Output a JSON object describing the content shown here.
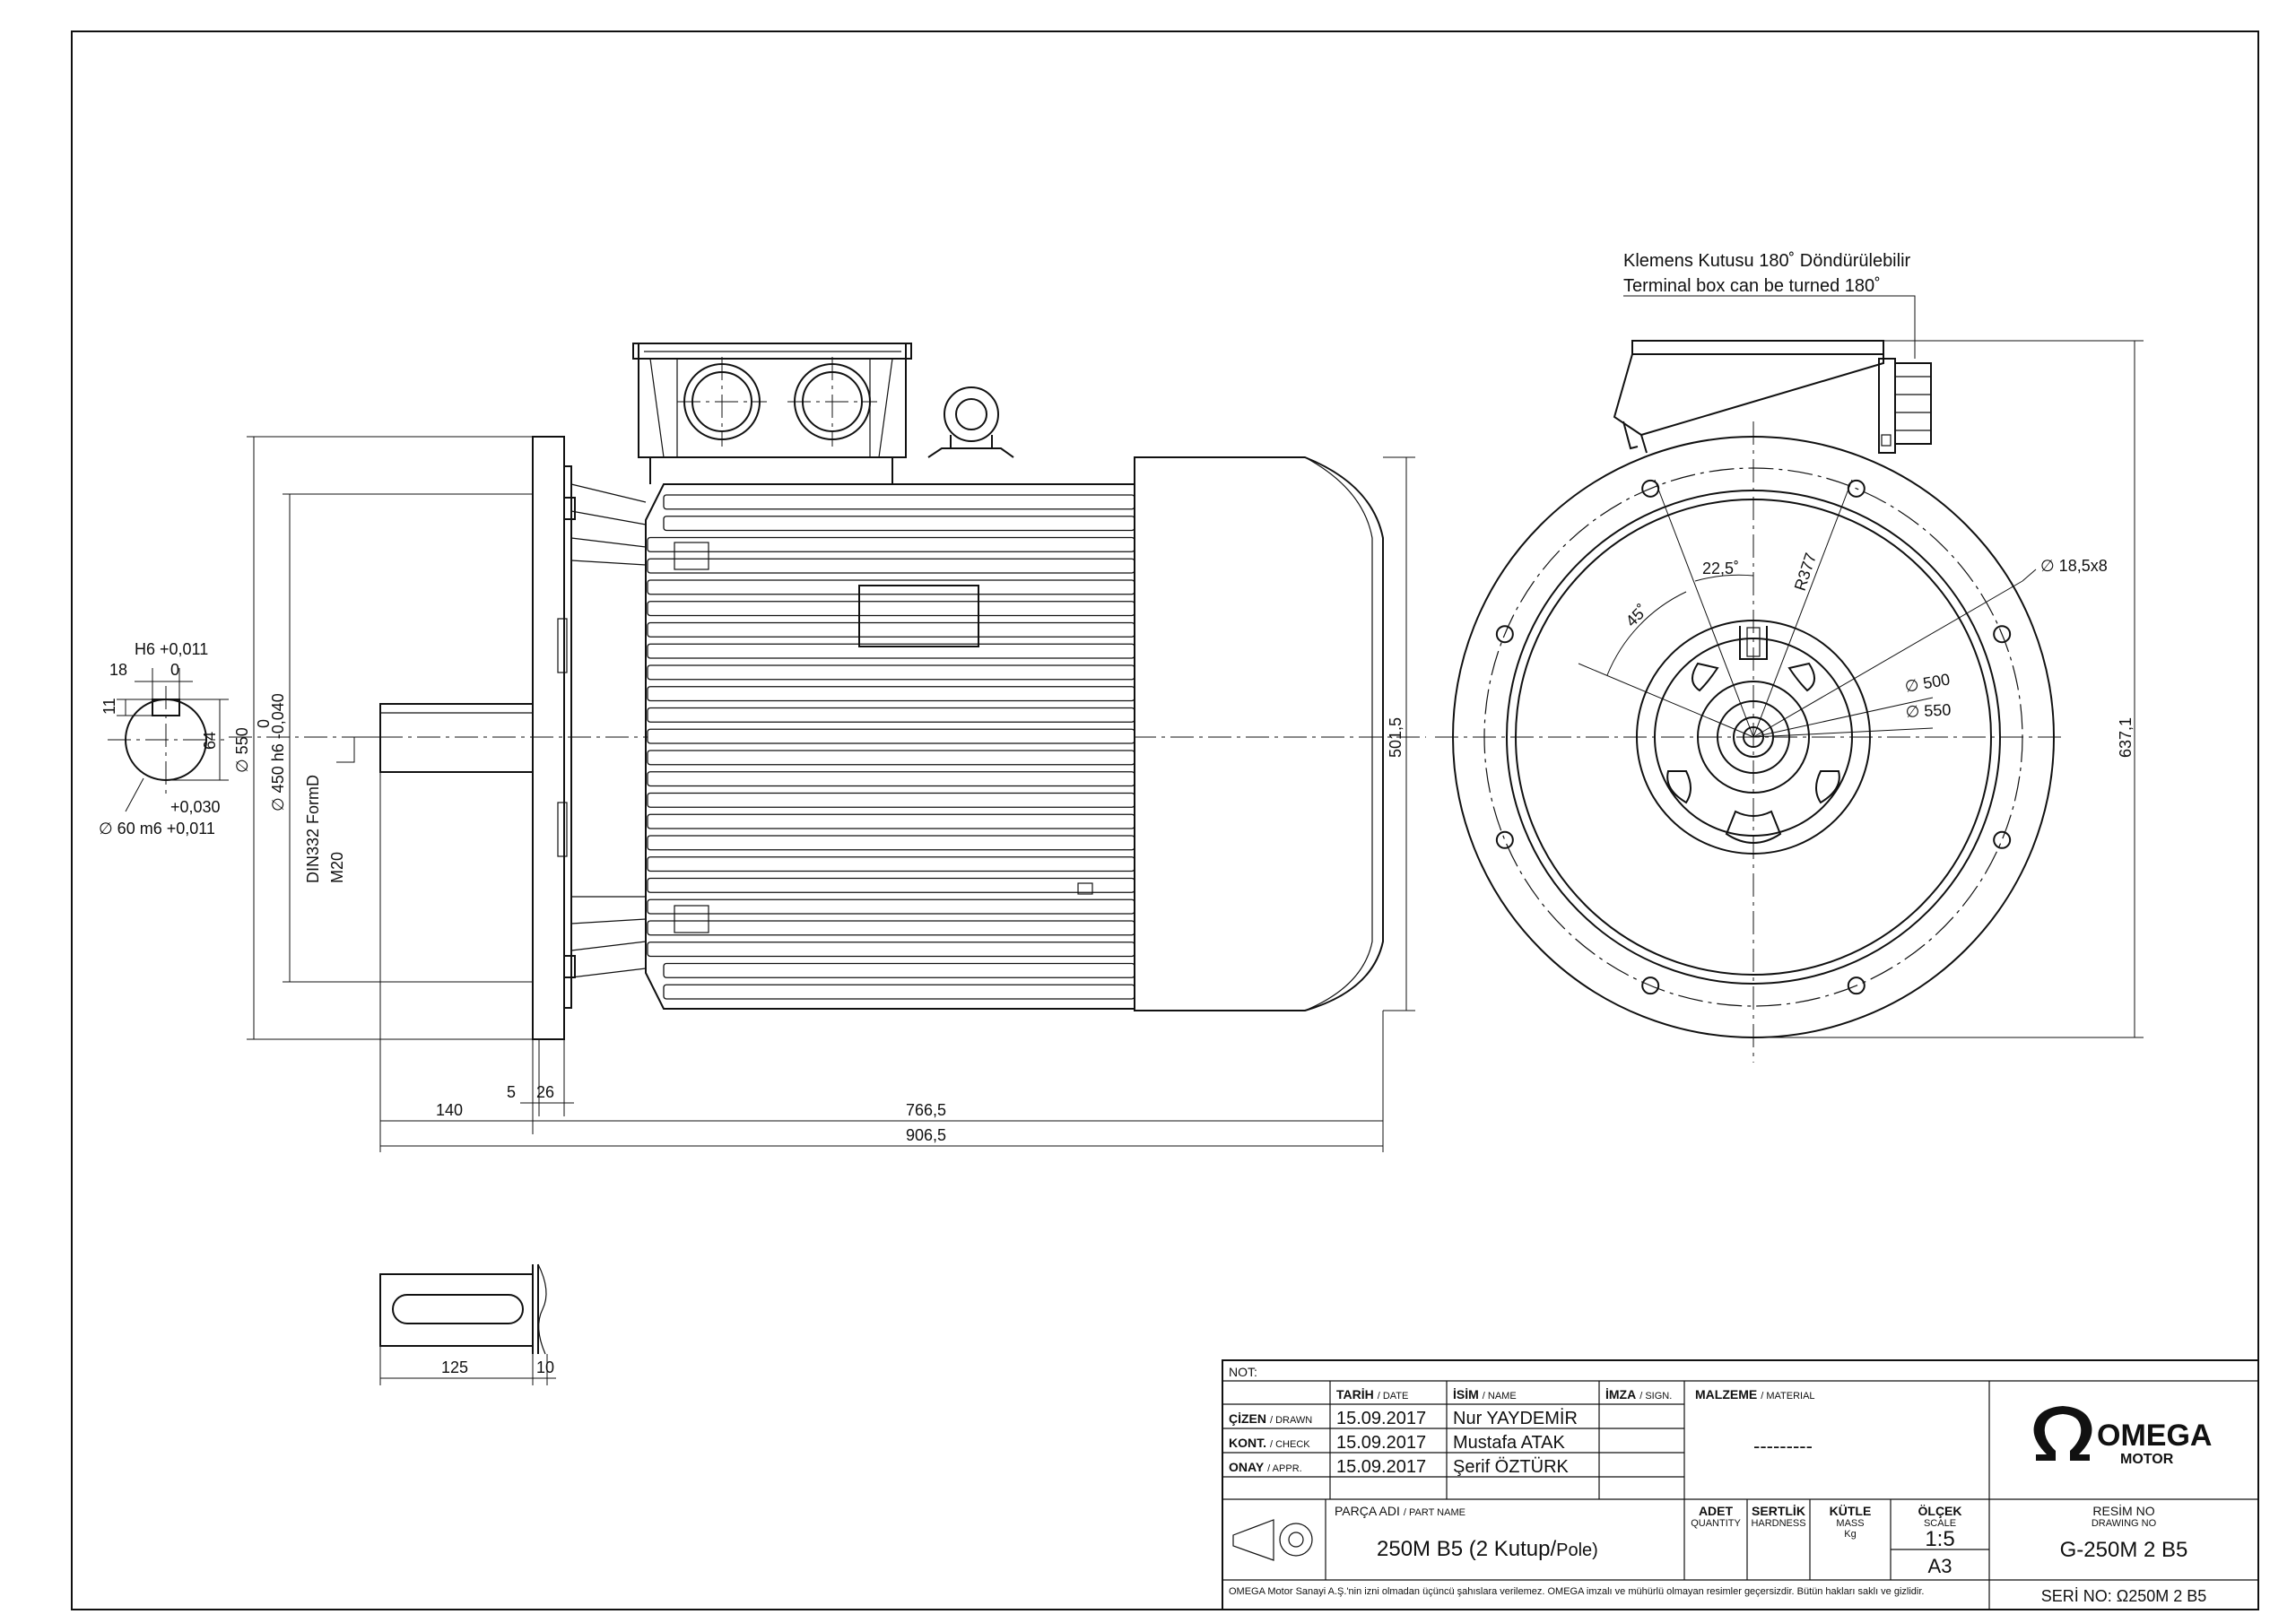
{
  "terminal_box_note": {
    "tr": "Klemens Kutusu 180˚ Döndürülebilir",
    "en": "Terminal box can be turned 180˚"
  },
  "shaft_section": {
    "tolerance_keyway": "H6 +0,011",
    "keyway_width": "18",
    "keyway_zero": "0",
    "keyway_depth": "11",
    "shaft_height": "64",
    "tol_upper": "+0,030",
    "diameter": "∅ 60 m6 +0,011"
  },
  "side_view_dims": {
    "flange_dia": "∅ 550",
    "spigot_zero": "0",
    "spigot": "∅ 450 h6 -0,040",
    "center_hole": "DIN332 FormD",
    "thread": "M20",
    "height_box": "501,5",
    "shaft_len": "140",
    "flange_gap": "5",
    "flange_thk": "26",
    "body_len": "766,5",
    "total_len": "906,5"
  },
  "front_view_dims": {
    "angle_small": "22,5˚",
    "angle_big": "45˚",
    "radius": "R377",
    "holes": "∅ 18,5x8",
    "pcd": "∅ 500",
    "flange": "∅ 550",
    "overall_height": "637,1"
  },
  "key_view_dims": {
    "key_len": "125",
    "key_offset": "10"
  },
  "title_block": {
    "not_label": "NOT:",
    "date_header": "TARİH",
    "date_header_en": "/ DATE",
    "name_header": "İSİM",
    "name_header_en": "/ NAME",
    "sign_header": "İMZA",
    "sign_header_en": "/ SIGN.",
    "material_header": "MALZEME",
    "material_header_en": "/ MATERIAL",
    "material_value": "---------",
    "rows": [
      {
        "role": "ÇİZEN",
        "role_en": "/ DRAWN",
        "date": "15.09.2017",
        "name": "Nur YAYDEMİR"
      },
      {
        "role": "KONT.",
        "role_en": "/ CHECK",
        "date": "15.09.2017",
        "name": "Mustafa ATAK"
      },
      {
        "role": "ONAY",
        "role_en": "/ APPR.",
        "date": "15.09.2017",
        "name": "Şerif ÖZTÜRK"
      }
    ],
    "part_label": "PARÇA ADI",
    "part_label_en": "/ PART NAME",
    "part_name": "250M B5 (2 Kutup/",
    "part_name_small": "Pole)",
    "qty_label": "ADET",
    "qty_label_en": "QUANTITY",
    "hard_label": "SERTLİK",
    "hard_label_en": "HARDNESS",
    "mass_label": "KÜTLE",
    "mass_label_en": "MASS",
    "mass_unit": "Kg",
    "scale_label": "ÖLÇEK",
    "scale_label_en": "SCALE",
    "scale_value": "1:5",
    "paper": "A3",
    "drawing_no_label": "RESİM NO",
    "drawing_no_label_en": "DRAWING NO",
    "drawing_no": "G-250M 2 B5",
    "serial": "SERİ NO: Ω250M 2 B5",
    "brand": "OMEGA",
    "brand_sub": "MOTOR",
    "footer": "OMEGA Motor Sanayi A.Ş.'nin izni olmadan üçüncü şahıslara verilemez. OMEGA imzalı ve mühürlü olmayan resimler geçersizdir. Bütün hakları saklı ve gizlidir."
  }
}
